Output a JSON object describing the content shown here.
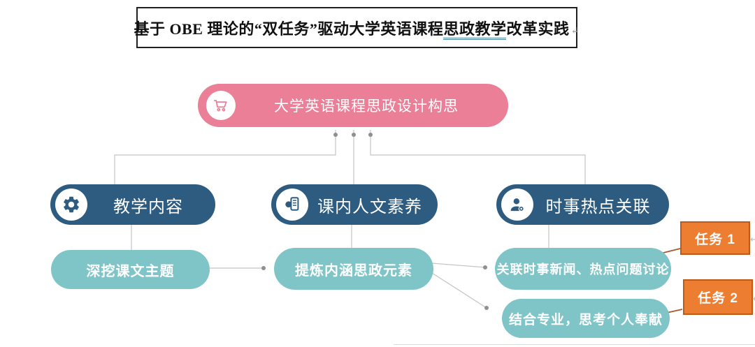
{
  "title": {
    "text_before": "基于 OBE 理论的“双任务”驱动大学英语课程",
    "text_underlined": "思政教学",
    "text_after": "改革实践",
    "return_mark": "↵"
  },
  "root": {
    "label": "大学英语课程思政设计构思",
    "icon": "shopping-cart"
  },
  "branches": [
    {
      "label": "教学内容",
      "icon": "gear"
    },
    {
      "label": "课内人文素养",
      "icon": "book-in-hand"
    },
    {
      "label": "时事热点关联",
      "icon": "person-badge"
    }
  ],
  "details": [
    {
      "label": "深挖课文主题"
    },
    {
      "label": "提炼内涵思政元素"
    },
    {
      "label": "关联时事新闻、热点问题讨论"
    },
    {
      "label": "结合专业，思考个人奉献"
    }
  ],
  "tasks": [
    {
      "label": "任务 1",
      "return_mark": "↵"
    },
    {
      "label": "任务 2",
      "return_mark": "↵"
    }
  ],
  "colors": {
    "root_pink": "#ea7f97",
    "branch_blue": "#2e5c80",
    "detail_teal": "#7fc5c8",
    "task_orange": "#ed7d31",
    "task_border": "#b95c1c",
    "connector_gray": "#c4c4c4",
    "connector_dot": "#8f8f8f",
    "task_line_brown": "#a8572b",
    "underline_teal": "#4e87a0"
  }
}
